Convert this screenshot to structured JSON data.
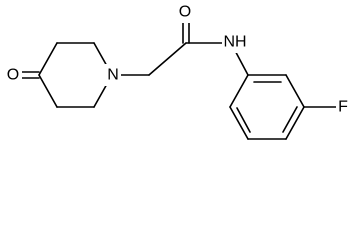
{
  "molecule": {
    "atoms": {
      "ketone_oxygen": "O",
      "ring_nitrogen": "N",
      "amide_oxygen": "O",
      "amide_nitrogen": "NH",
      "fluorine": "F"
    },
    "colors": {
      "bond": "#000000",
      "label": "#000000",
      "background": "#ffffff"
    }
  }
}
